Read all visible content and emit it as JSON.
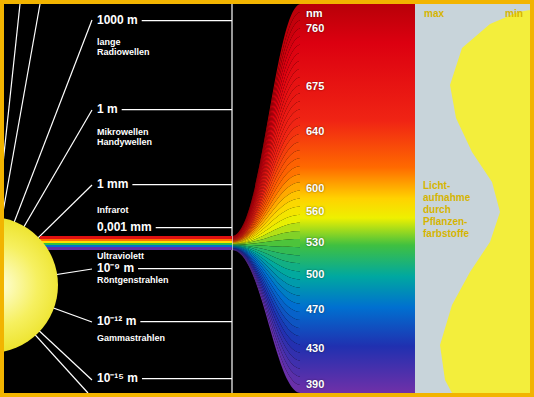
{
  "diagram": {
    "labels": [
      "1000 m",
      "lange Radiowellen",
      "1 m",
      "Mikrowellen Handywellen",
      "1 mm",
      "Infrarot",
      "0,001 mm",
      "Ultraviolett",
      "10⁻⁹ m",
      "Röntgenstrahlen",
      "10⁻¹² m",
      "Gammastrahlen",
      "10⁻¹⁵ m",
      "nm",
      "760",
      "675",
      "640",
      "600",
      "560",
      "530",
      "500",
      "470",
      "430",
      "390",
      "max",
      "min",
      "Licht- aufnahme durch Pflanzen- farbstoffe"
    ]
  }
}
